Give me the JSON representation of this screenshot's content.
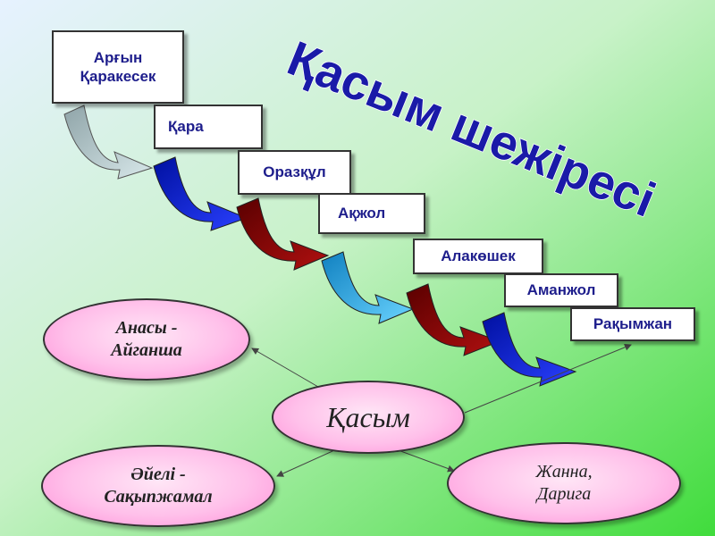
{
  "title": "Қасым шежіресі",
  "lineage": [
    {
      "label": "Арғын\nҚаракесек"
    },
    {
      "label": "Қара"
    },
    {
      "label": "Оразқұл"
    },
    {
      "label": "Ақжол"
    },
    {
      "label": "Алакөшек"
    },
    {
      "label": "Аманжол"
    },
    {
      "label": "Рақымжан"
    }
  ],
  "family": {
    "center": "Қасым",
    "mother": "Анасы -\nАйганша",
    "wife": "Әйелі -\nСақыпжамал",
    "children": "Жанна,\nДарига"
  },
  "colors": {
    "title": "#1a1aa8",
    "box_text": "#1e1e8c",
    "arrow_gray": "#a8bcc0",
    "arrow_blue": "#0a1acc",
    "arrow_maroon": "#8a0a0a",
    "arrow_sky": "#38a8e0"
  }
}
